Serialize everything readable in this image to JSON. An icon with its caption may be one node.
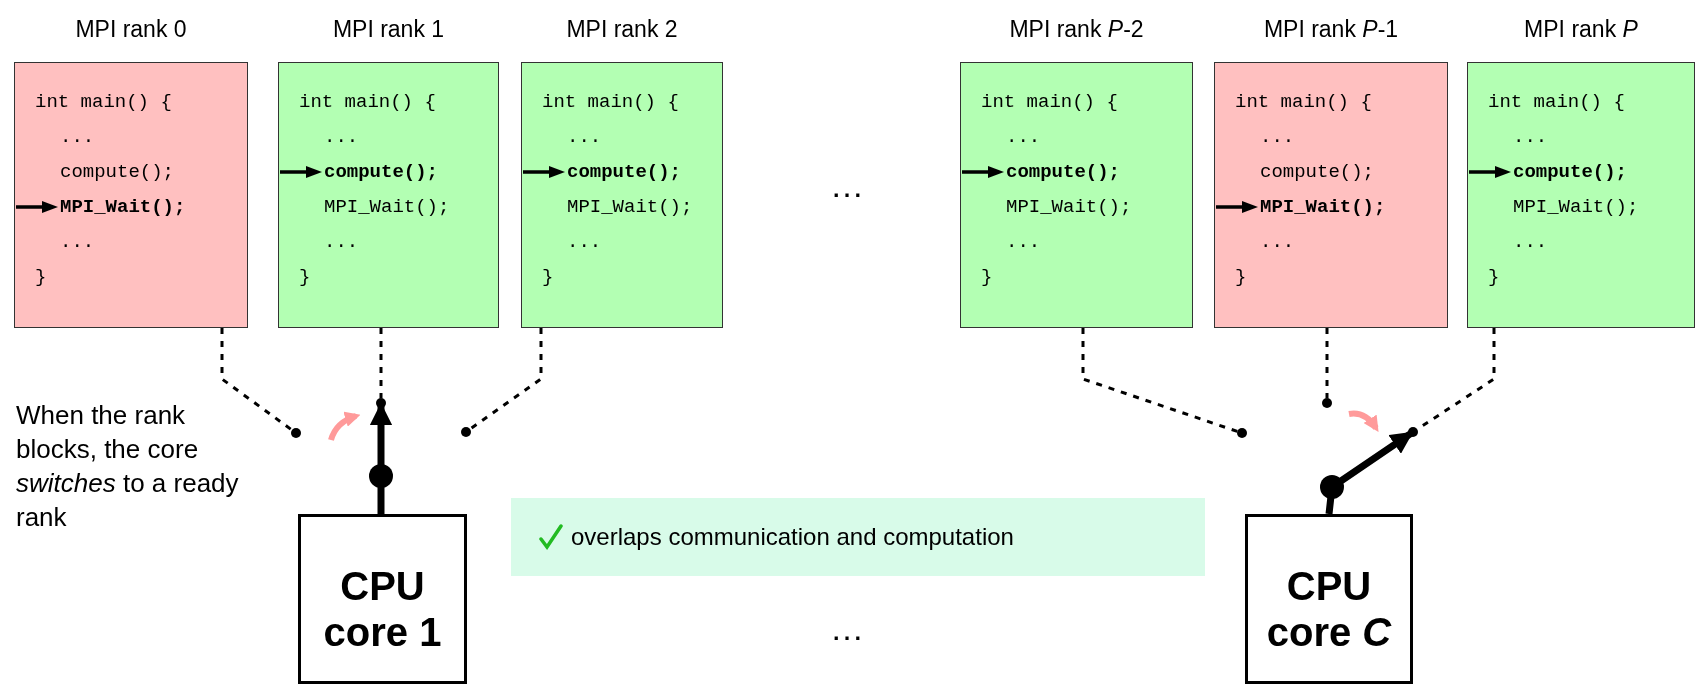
{
  "diagram": {
    "nodes": [
      {
        "text": [
          "MPI rank 0",
          "int main() {",
          "...",
          "compute();",
          "**MPI_Wait();**",
          "...",
          "}"
        ]
      },
      {
        "text": [
          "MPI rank 1",
          "int main() {",
          "...",
          "**compute();**",
          "MPI_Wait();",
          "...",
          "}"
        ]
      },
      {
        "text": [
          "MPI rank 2",
          "int main() {",
          "...",
          "**compute();**",
          "MPI_Wait();",
          "...",
          "}"
        ]
      },
      {
        "text": [
          "MPI rank *P*-2",
          "int main() {",
          "...",
          "**compute();**",
          "MPI_Wait();",
          "...",
          "}"
        ]
      },
      {
        "text": [
          "MPI rank *P*-1",
          "int main() {",
          "...",
          "compute();",
          "**MPI_Wait();**",
          "...",
          "}"
        ]
      },
      {
        "text": [
          "MPI rank *P*",
          "int main() {",
          "...",
          "**compute();**",
          "MPI_Wait();",
          "...",
          "}"
        ]
      },
      {
        "text": [],
        "shape": "circle"
      },
      {
        "text": [],
        "shape": "circle"
      },
      {
        "text": [],
        "shape": "circle"
      },
      {
        "text": [],
        "shape": "circle"
      },
      {
        "text": [],
        "shape": "circle"
      },
      {
        "text": [],
        "shape": "circle"
      },
      {
        "text": [
          "CPU core 1"
        ]
      },
      {
        "text": [
          "overlaps communication and computation"
        ]
      },
      {
        "text": [
          "CPU core *C*"
        ]
      }
    ],
    "edges": [
      {
        "from": 0,
        "to": 6,
        "arrow": "none",
        "style": "dashed"
      },
      {
        "from": 1,
        "to": 7,
        "arrow": "none",
        "style": "dashed"
      },
      {
        "from": 2,
        "to": 8,
        "arrow": "none",
        "style": "dashed"
      },
      {
        "from": 3,
        "to": 9,
        "arrow": "none",
        "style": "dashed"
      },
      {
        "from": 4,
        "to": 10,
        "arrow": "none",
        "style": "dashed"
      },
      {
        "from": 5,
        "to": 11,
        "arrow": "none",
        "style": "dashed"
      },
      {
        "from": 12,
        "to": 7,
        "arrow": "to",
        "style": "thick"
      },
      {
        "from": 14,
        "to": 11,
        "arrow": "to",
        "style": "thick"
      },
      {
        "from": null,
        "to": 7,
        "arrow": "to",
        "style": "thick",
        "color": "#ff9a9a"
      },
      {
        "from": 10,
        "to": 11,
        "arrow": "to",
        "style": "thick",
        "color": "#ff9a9a"
      }
    ],
    "labels": [
      "…",
      "When the rank blocks, the core *switches* to a ready rank",
      "…"
    ]
  }
}
